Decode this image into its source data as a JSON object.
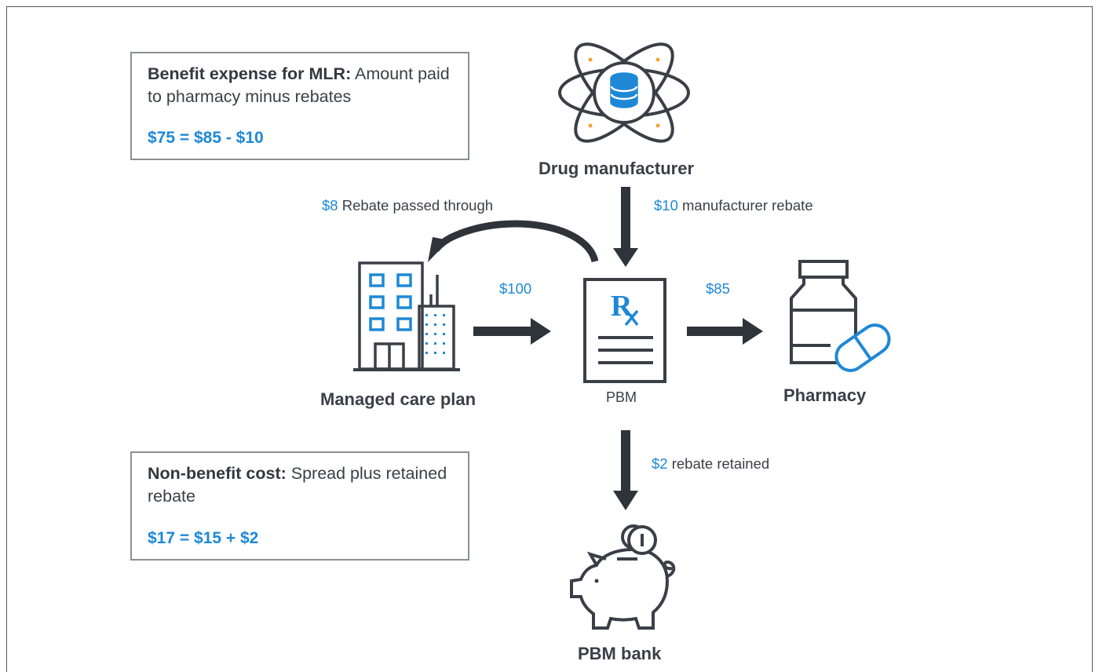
{
  "colors": {
    "accent": "#1e88d6",
    "ink": "#3a3f47",
    "arrow": "#2f343b",
    "orange": "#f0a330"
  },
  "boxes": {
    "benefit": {
      "title": "Benefit expense for MLR:",
      "text": " Amount paid to pharmacy minus rebates",
      "formula": "$75 = $85 - $10"
    },
    "nonbenefit": {
      "title": "Non-benefit cost:",
      "text": " Spread plus retained rebate",
      "formula": "$17 = $15 + $2"
    }
  },
  "nodes": {
    "manufacturer": {
      "label": "Drug manufacturer",
      "icon": "atom-database-icon"
    },
    "plan": {
      "label": "Managed care plan",
      "icon": "office-building-icon"
    },
    "pbm": {
      "label": "PBM",
      "icon": "prescription-document-icon",
      "rx": "R"
    },
    "pharmacy": {
      "label": "Pharmacy",
      "icon": "pill-bottle-icon"
    },
    "bank": {
      "label": "PBM bank",
      "icon": "piggy-bank-icon"
    }
  },
  "flows": {
    "rebate_passed": {
      "amount": "$8",
      "text": " Rebate passed through"
    },
    "manufacturer_rebate": {
      "amount": "$10",
      "text": " manufacturer rebate"
    },
    "plan_to_pbm": {
      "amount": "$100"
    },
    "pbm_to_pharmacy": {
      "amount": "$85"
    },
    "rebate_retained": {
      "amount": "$2",
      "text": " rebate retained"
    }
  }
}
